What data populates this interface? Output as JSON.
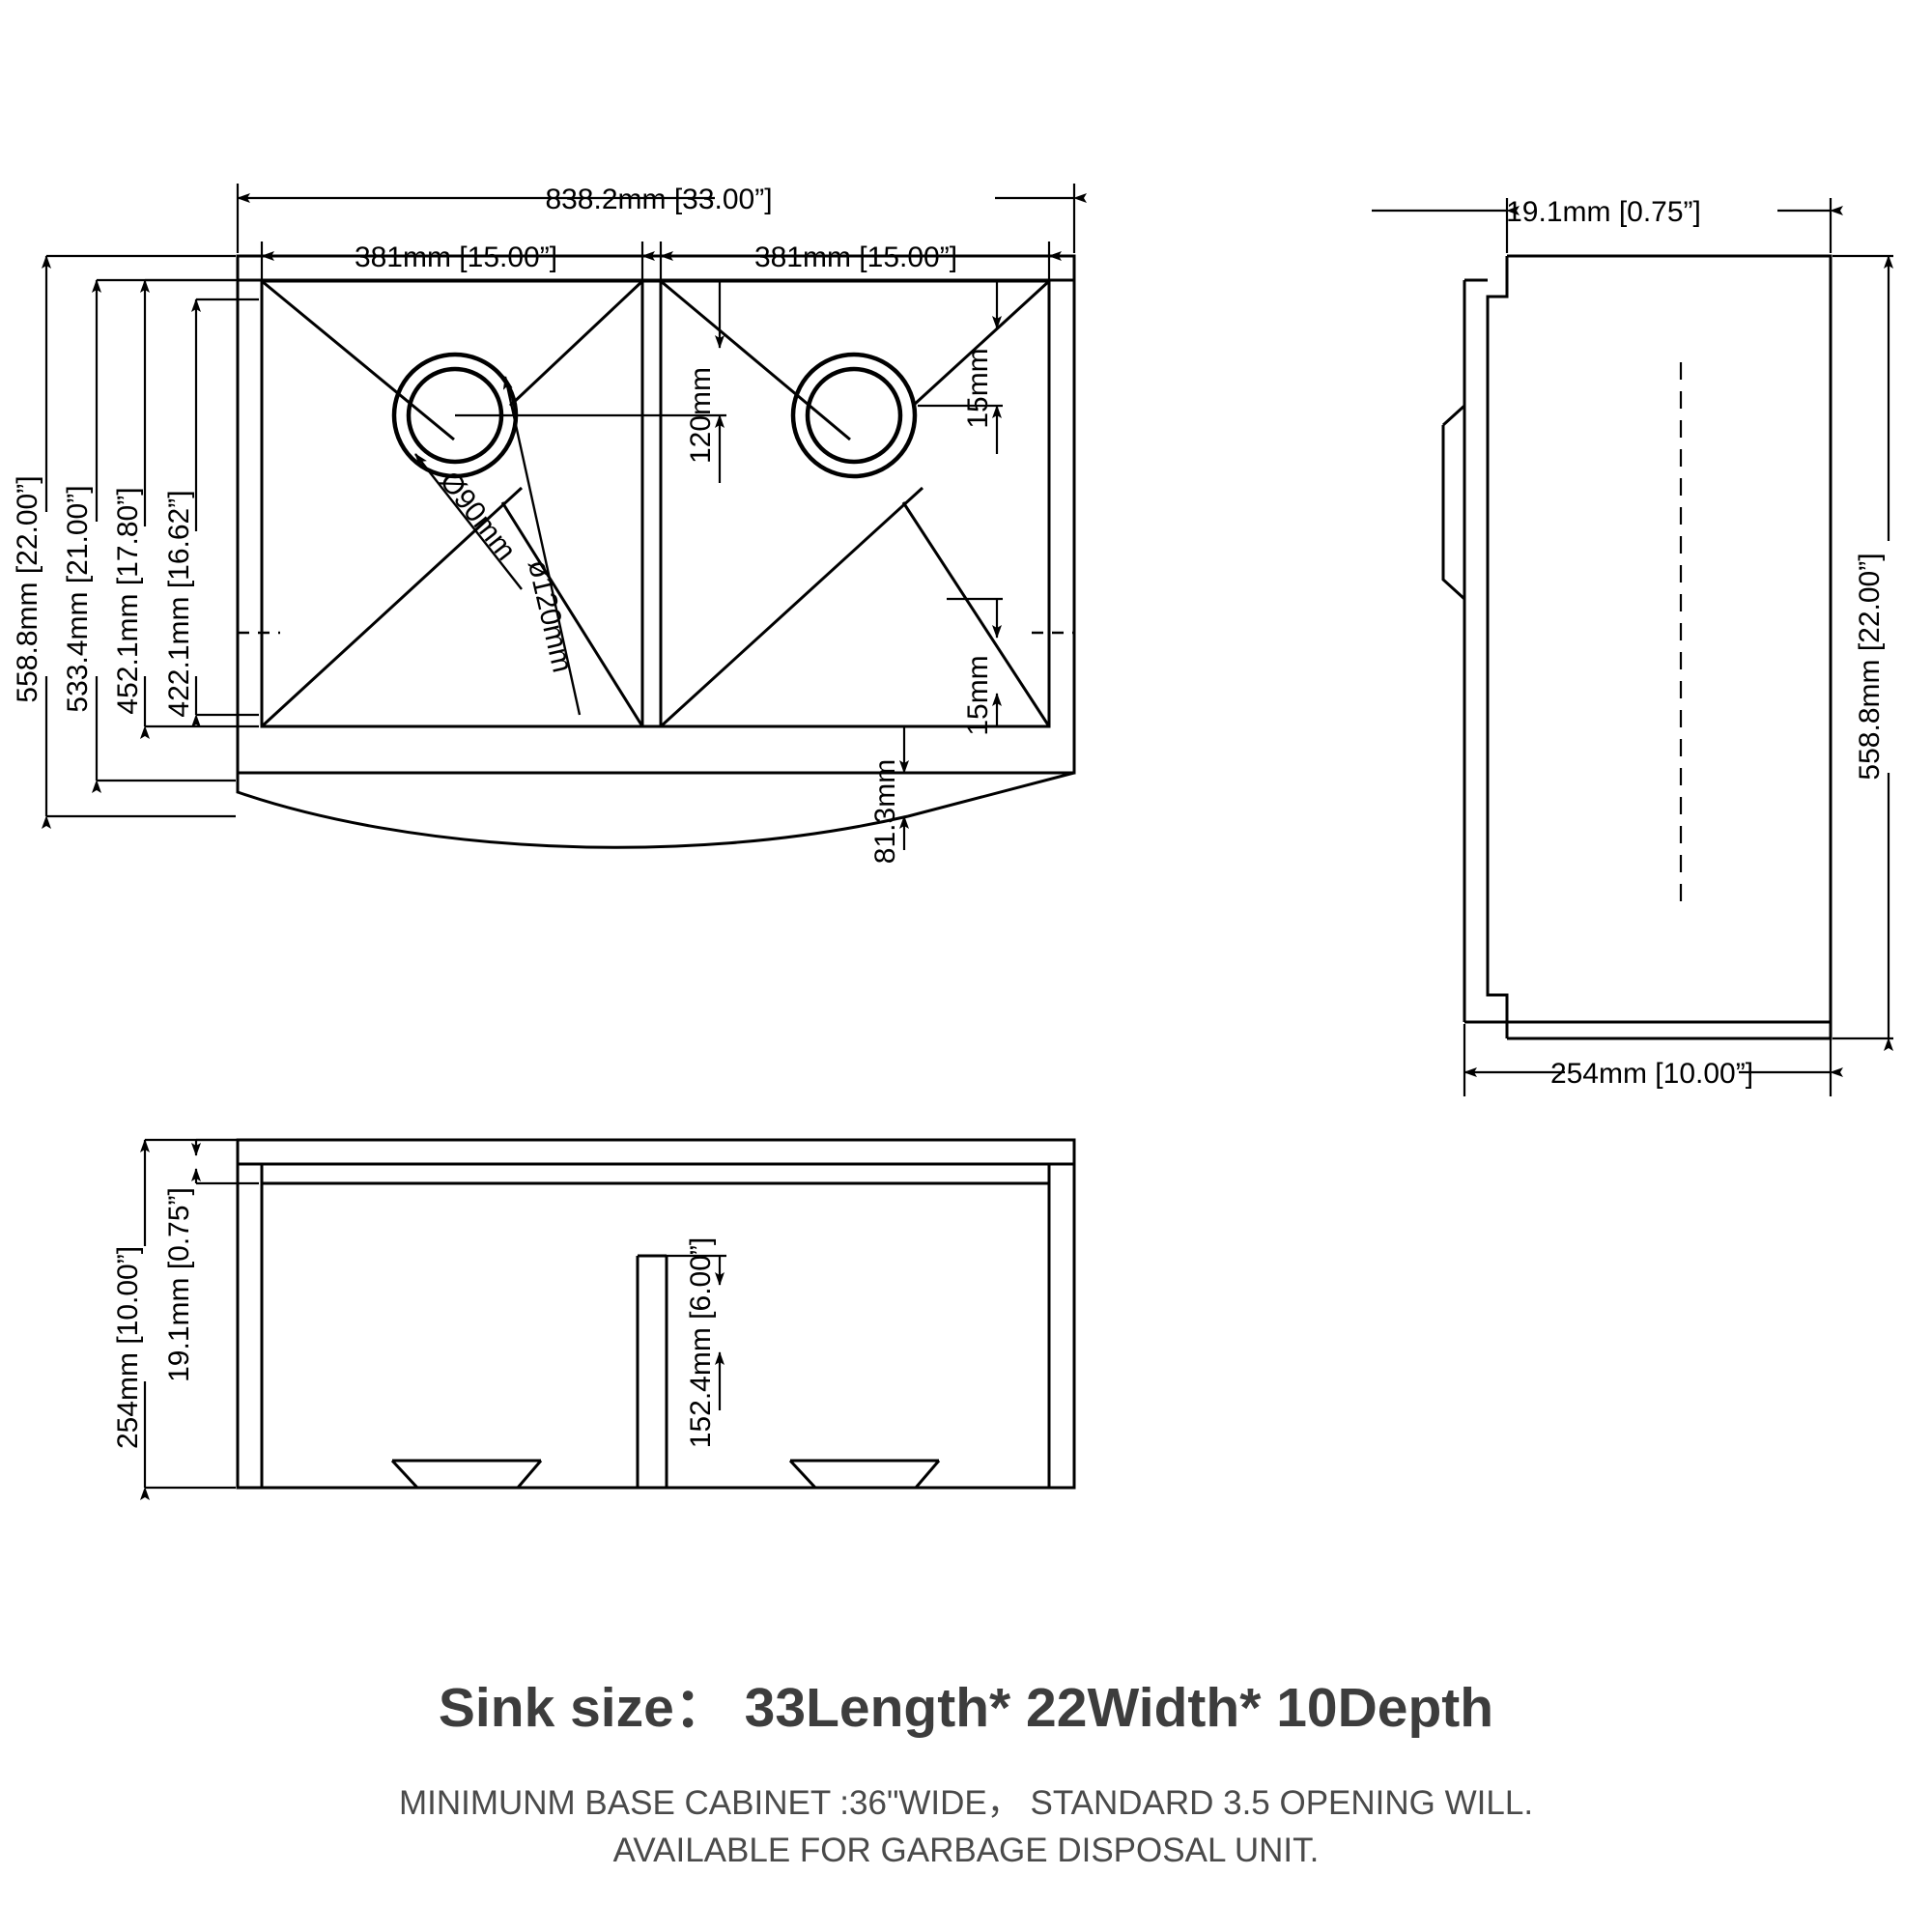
{
  "drawing": {
    "title": "Farmhouse double bowl sink technical drawing",
    "line_color": "#000000",
    "background": "#ffffff",
    "views": {
      "top": "top-view",
      "side": "side-view",
      "front": "front-view"
    }
  },
  "dimensions": {
    "top_overall_width": "838.2mm  [33.00”]",
    "bowl_left_width": "381mm  [15.00”]",
    "bowl_right_width": "381mm  [15.00”]",
    "overall_depth": "558.8mm  [22.00”]",
    "body_depth": "533.4mm  [21.00”]",
    "inner_depth": "452.1mm  [17.80”]",
    "bowl_depth": "422.1mm  [16.62”]",
    "drain_offset_vertical": "120mm",
    "corner_radius_top": "15mm",
    "corner_radius_bottom": "15mm",
    "drain_inner_dia": "Ø90mm",
    "drain_outer_dia": "ø120mm",
    "apron_curve_drop": "81.3mm",
    "side_rim_thickness": "19.1mm  [0.75”]",
    "side_height": "558.8mm  [22.00”]",
    "side_width": "254mm  [10.00”]",
    "front_height": "254mm  [10.00”]",
    "front_rim_thickness": "19.1mm  [0.75”]",
    "front_divider_height": "152.4mm  [6.00”]"
  },
  "caption": {
    "title": "Sink size： 33Length* 22Width* 10Depth",
    "note_line_1": "MINIMUNM BASE CABINET :36\"WIDE， STANDARD 3.5 OPENING WILL.",
    "note_line_2": "AVAILABLE FOR GARBAGE DISPOSAL UNIT."
  }
}
